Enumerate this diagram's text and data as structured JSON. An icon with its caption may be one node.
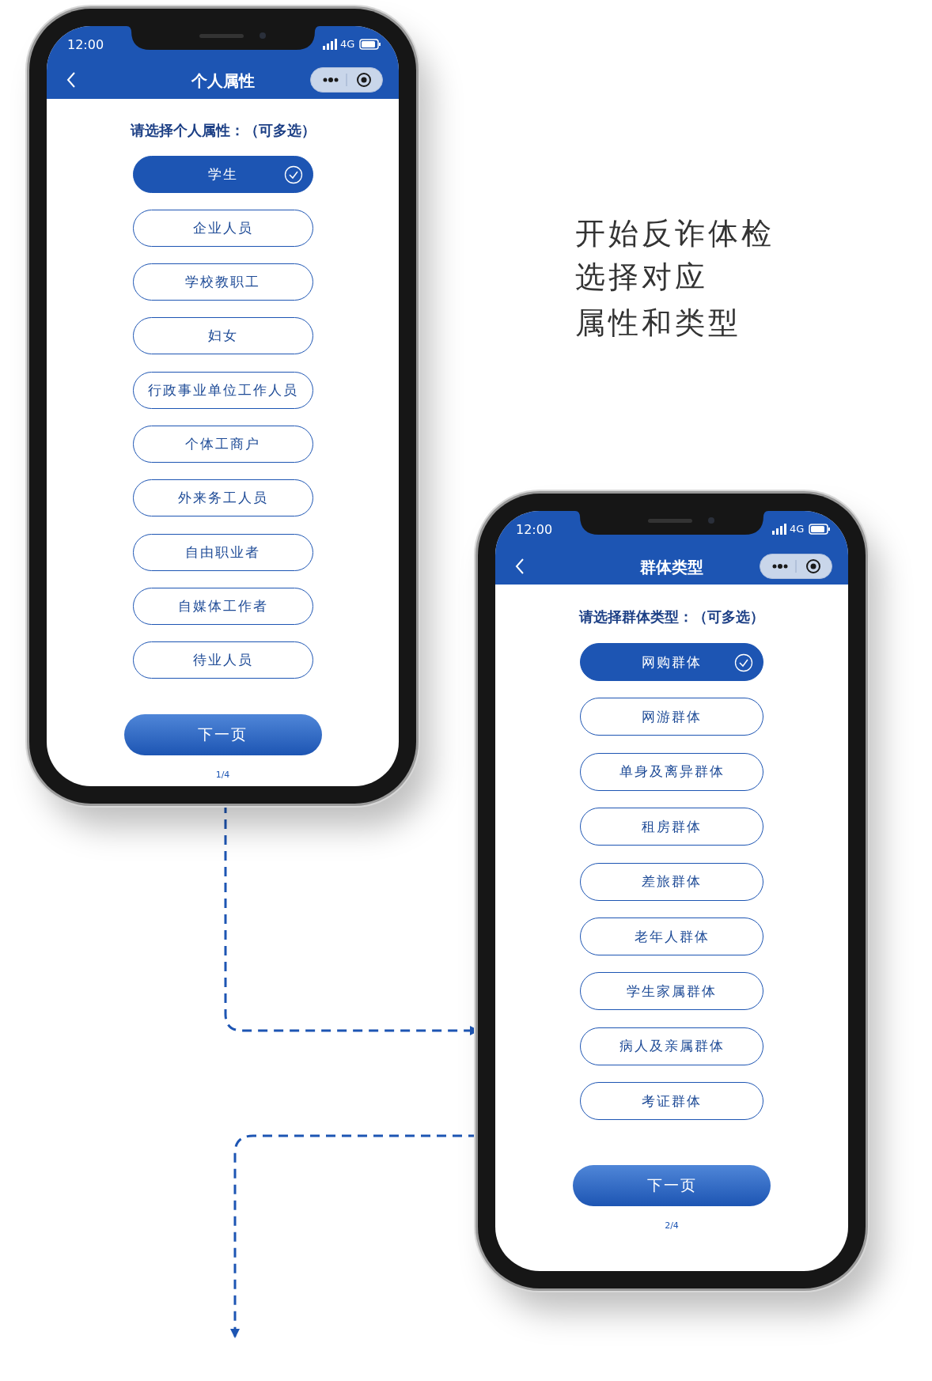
{
  "diagram": {
    "nodes": [
      {
        "text": [],
        "shape": "picture"
      },
      {
        "text": [],
        "shape": "picture"
      }
    ],
    "edges": [
      {
        "from": 0,
        "to": 1,
        "arrow": "to",
        "style": "dashed"
      },
      {
        "from": 1,
        "to": null,
        "arrow": "to",
        "style": "dashed"
      }
    ],
    "labels": [
      "12:00",
      "4G",
      "个人属性",
      "请选择个人属性：（可多选）",
      "学生",
      "企业人员",
      "学校教职工",
      "妇女",
      "行政事业单位工作人员",
      "个体工商户",
      "外来务工人员",
      "自由职业者",
      "自媒体工作者",
      "待业人员",
      "下一页",
      "1/4",
      "开始反诈体检",
      "选择对应",
      "属性和类型",
      "12:00",
      "4G",
      "群体类型",
      "请选择群体类型：（可多选）",
      "网购群体",
      "网游群体",
      "单身及离异群体",
      "租房群体",
      "差旅群体",
      "老年人群体",
      "学生家属群体",
      "病人及亲属群体",
      "考证群体",
      "下一页",
      "2/4"
    ]
  }
}
